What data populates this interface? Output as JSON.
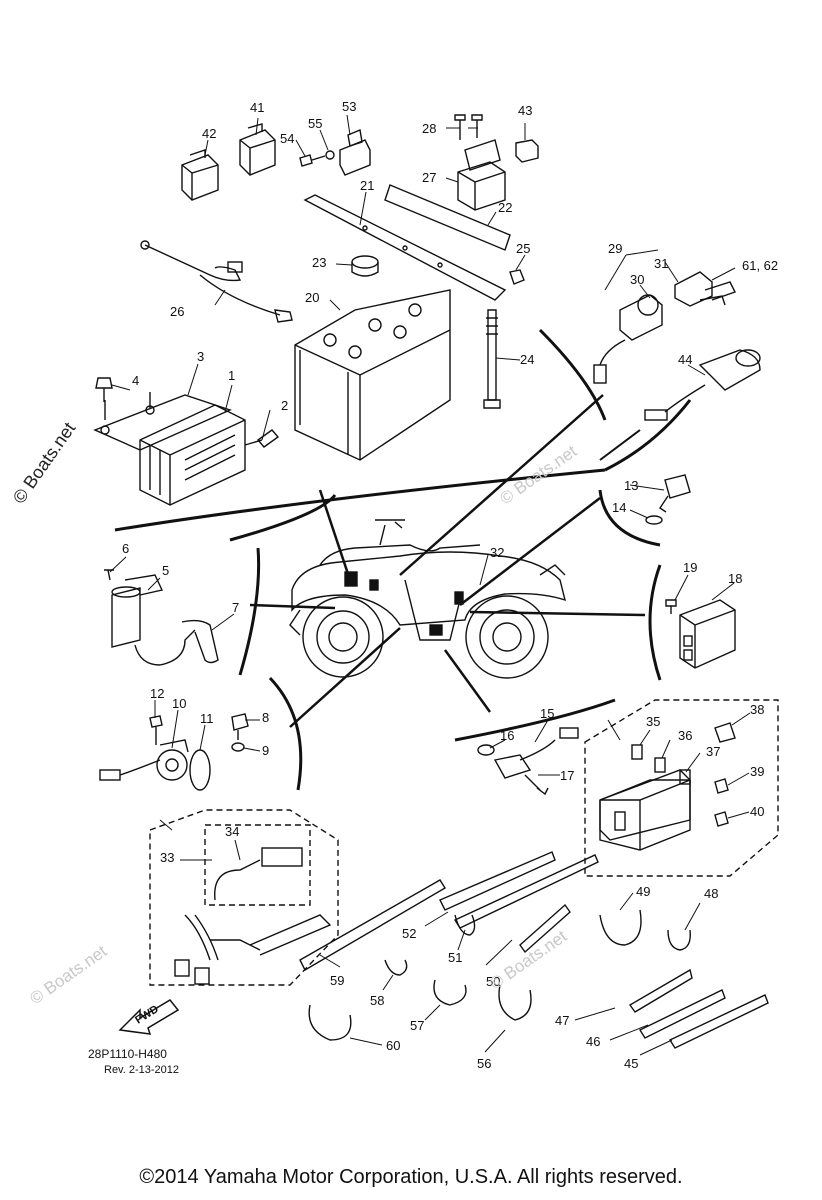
{
  "callouts": [
    "1",
    "2",
    "3",
    "4",
    "5",
    "6",
    "7",
    "8",
    "9",
    "10",
    "11",
    "12",
    "13",
    "14",
    "15",
    "16",
    "17",
    "18",
    "19",
    "20",
    "21",
    "22",
    "23",
    "24",
    "25",
    "26",
    "27",
    "28",
    "29",
    "30",
    "31",
    "32",
    "33",
    "34",
    "35",
    "36",
    "37",
    "38",
    "39",
    "40",
    "41",
    "42",
    "43",
    "44",
    "45",
    "46",
    "47",
    "48",
    "49",
    "50",
    "51",
    "52",
    "53",
    "54",
    "55",
    "56",
    "57",
    "58",
    "59",
    "60",
    "61, 62"
  ],
  "watermark_main": "© Boats.net",
  "watermark_faint": "© Boats.net",
  "fwd_label": "FWD",
  "diagram_code": "28P1110-H480",
  "revision": "Rev. 2-13-2012",
  "copyright": "©2014 Yamaha Motor Corporation, U.S.A. All rights reserved."
}
